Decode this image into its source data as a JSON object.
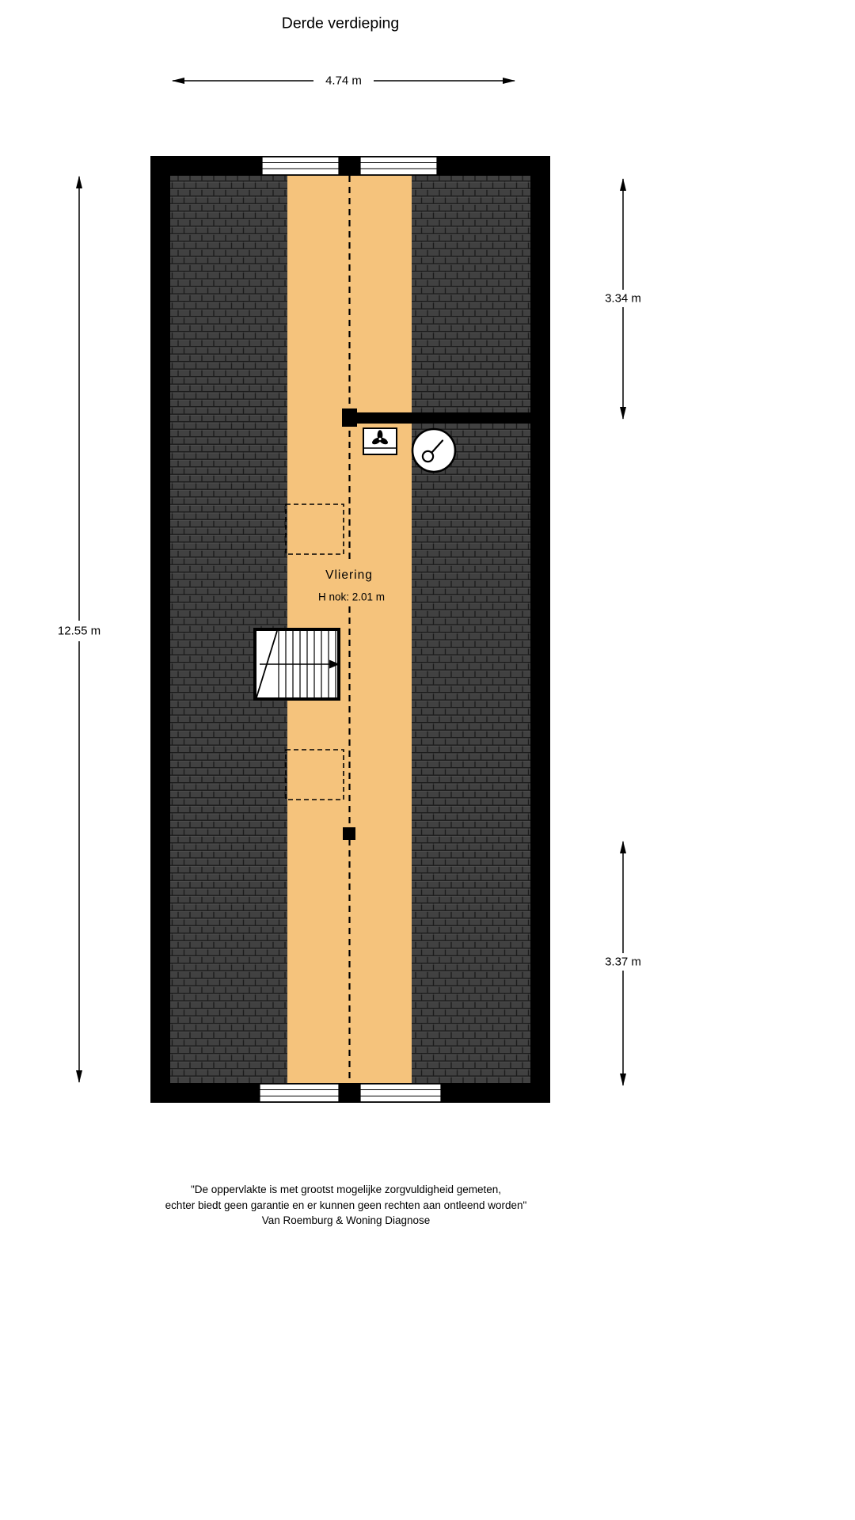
{
  "title": "Derde verdieping",
  "floor_plan": {
    "room_label": "Vliering",
    "ridge_height_label": "H nok: 2.01 m"
  },
  "dimensions": {
    "width_top": "4.74 m",
    "height_left": "12.55 m",
    "right_upper": "3.34 m",
    "right_lower": "3.37 m"
  },
  "icons": {
    "ventilation_unit": "fan-icon",
    "boiler": "thermometer-icon",
    "stair_direction": "arrow-right-icon"
  },
  "colors": {
    "floor": "#F5C37C",
    "roof_tile": "#414141",
    "grout": "#1c1c1c",
    "wall": "#000000"
  },
  "footer": {
    "line1": "\"De oppervlakte is met grootst mogelijke zorgvuldigheid gemeten,",
    "line2": "echter biedt geen garantie en er kunnen geen rechten aan ontleend worden\"",
    "line3": "Van Roemburg & Woning Diagnose"
  }
}
